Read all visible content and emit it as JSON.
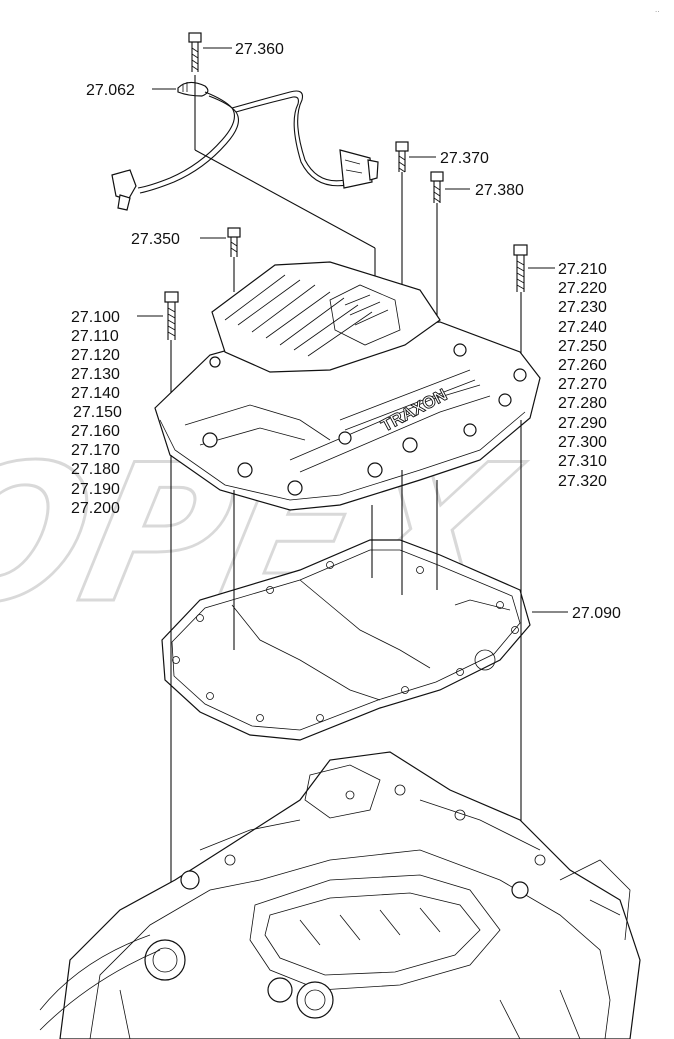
{
  "corner_mark": "..",
  "watermark": "OPEX",
  "housing_text": "TRAXON",
  "callouts": {
    "c27360": "27.360",
    "c27062": "27.062",
    "c27370": "27.370",
    "c27380": "27.380",
    "c27350": "27.350",
    "c27090": "27.090"
  },
  "left_group": [
    "27.100",
    "27.110",
    "27.120",
    "27.130",
    "27.140",
    "27.150",
    "27.160",
    "27.170",
    "27.180",
    "27.190",
    "27.200"
  ],
  "right_group": [
    "27.210",
    "27.220",
    "27.230",
    "27.240",
    "27.250",
    "27.260",
    "27.270",
    "27.280",
    "27.290",
    "27.300",
    "27.310",
    "27.320"
  ]
}
